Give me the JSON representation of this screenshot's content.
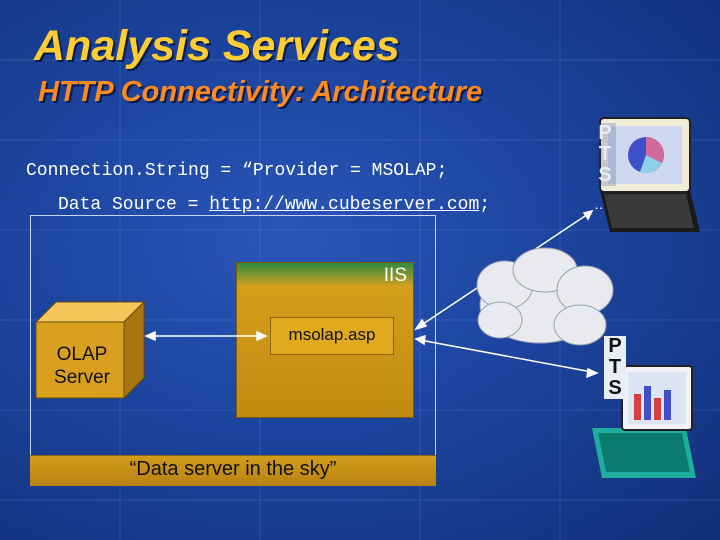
{
  "title": "Analysis Services",
  "subtitle": "HTTP Connectivity: Architecture",
  "connection": {
    "line1": "Connection.String = “Provider = MSOLAP;",
    "line2_prefix": "Data Source = ",
    "line2_url": "http://www.cubeserver.com",
    "line2_suffix": ";"
  },
  "ellipsis": "…",
  "iis_label": "IIS",
  "asp_label": "msolap.asp",
  "olap_label": "OLAP Server",
  "footer": "“Data server in the sky”",
  "pts_top": "P T S",
  "pts_bottom": "P T S",
  "colors": {
    "title": "#ffcc33",
    "subtitle": "#ff8a1e",
    "background": "#1c449e",
    "server_box": "#d9a020"
  },
  "icons": [
    "olap-server-cube-icon",
    "cloud-icon",
    "laptop-pie-chart-icon",
    "laptop-bar-chart-icon"
  ]
}
